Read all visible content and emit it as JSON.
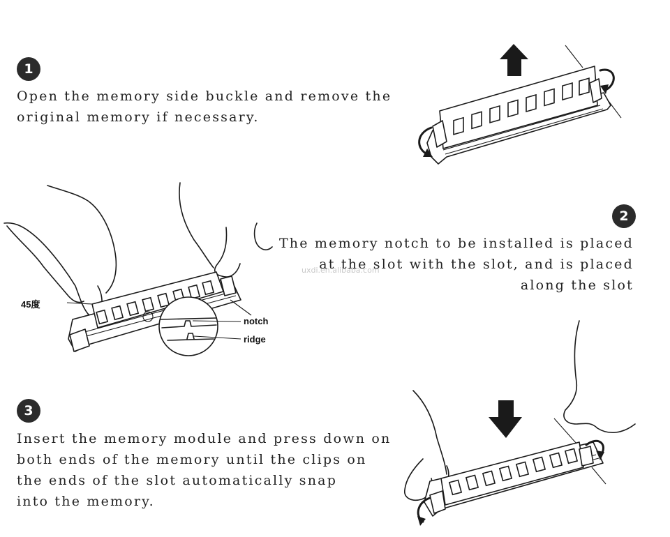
{
  "steps": [
    {
      "number": "1",
      "lines": [
        "Open the memory side buckle and remove the",
        "original memory if necessary."
      ]
    },
    {
      "number": "2",
      "lines": [
        "The memory notch to be installed is placed",
        "at the slot with the slot, and is placed",
        "along the slot"
      ]
    },
    {
      "number": "3",
      "lines": [
        "Insert the memory module and press down on",
        "both ends of the memory until the clips on",
        "the ends of the slot automatically snap",
        "into the memory."
      ]
    }
  ],
  "labels": {
    "angle": "45度",
    "notch": "notch",
    "ridge": "ridge"
  },
  "watermark": "uxdi.en.alibaba.com",
  "icons": [
    "up-arrow-icon",
    "down-arrow-icon",
    "rotate-arrow-icon"
  ]
}
